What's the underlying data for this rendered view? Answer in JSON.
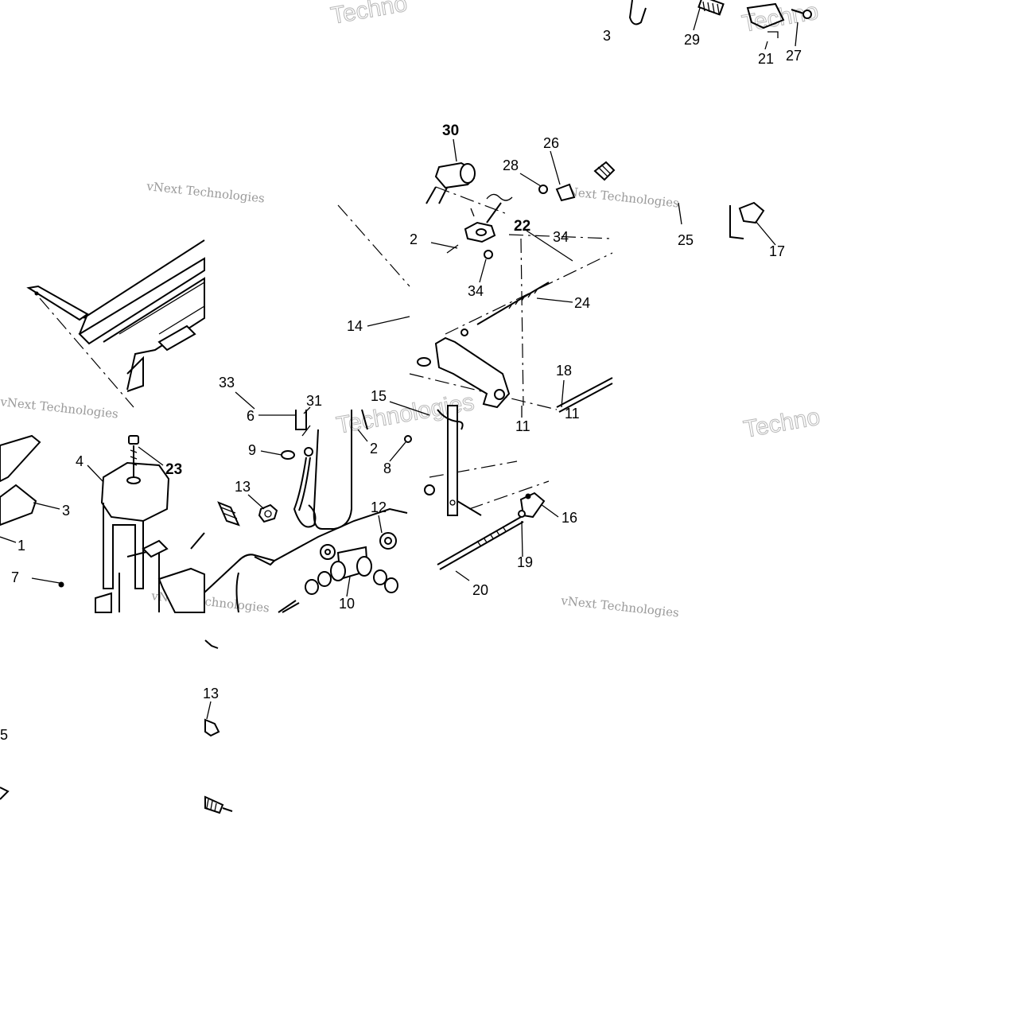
{
  "callouts": [
    {
      "id": "c30",
      "text": "30"
    },
    {
      "id": "c26",
      "text": "26"
    },
    {
      "id": "c28",
      "text": "28"
    },
    {
      "id": "c22",
      "text": "22"
    },
    {
      "id": "c34a",
      "text": "34"
    },
    {
      "id": "c2a",
      "text": "2"
    },
    {
      "id": "c34b",
      "text": "34"
    },
    {
      "id": "c24",
      "text": "24"
    },
    {
      "id": "c14",
      "text": "14"
    },
    {
      "id": "c25",
      "text": "25"
    },
    {
      "id": "c17",
      "text": "17"
    },
    {
      "id": "c18",
      "text": "18"
    },
    {
      "id": "c11a",
      "text": "11"
    },
    {
      "id": "c11b",
      "text": "11"
    },
    {
      "id": "c33",
      "text": "33"
    },
    {
      "id": "c6",
      "text": "6"
    },
    {
      "id": "c31",
      "text": "31"
    },
    {
      "id": "c15",
      "text": "15"
    },
    {
      "id": "c2b",
      "text": "2"
    },
    {
      "id": "c8",
      "text": "8"
    },
    {
      "id": "c9",
      "text": "9"
    },
    {
      "id": "c4",
      "text": "4"
    },
    {
      "id": "c23",
      "text": "23"
    },
    {
      "id": "c3",
      "text": "3"
    },
    {
      "id": "c1",
      "text": "1"
    },
    {
      "id": "c7",
      "text": "7"
    },
    {
      "id": "c13a",
      "text": "13"
    },
    {
      "id": "c12",
      "text": "12"
    },
    {
      "id": "c16",
      "text": "16"
    },
    {
      "id": "c19",
      "text": "19"
    },
    {
      "id": "c20",
      "text": "20"
    },
    {
      "id": "c10",
      "text": "10"
    },
    {
      "id": "c13b",
      "text": "13"
    },
    {
      "id": "c5",
      "text": "5"
    },
    {
      "id": "c29",
      "text": "29"
    },
    {
      "id": "c21",
      "text": "21"
    },
    {
      "id": "c27",
      "text": "27"
    },
    {
      "id": "c3top",
      "text": "3"
    }
  ],
  "watermarks": [
    {
      "id": "w1",
      "text": "vNext Technologies"
    },
    {
      "id": "w2",
      "text": "vNext Technologies"
    },
    {
      "id": "w3",
      "text": "vNext Technologies"
    },
    {
      "id": "w4",
      "text": "vNext Technologies"
    },
    {
      "id": "w5",
      "text": "Technologies"
    },
    {
      "id": "w6",
      "text": "vNext Technologies"
    },
    {
      "id": "w7",
      "text": "Techno"
    },
    {
      "id": "w8",
      "text": "Techno"
    },
    {
      "id": "w9",
      "text": "Techno"
    }
  ]
}
